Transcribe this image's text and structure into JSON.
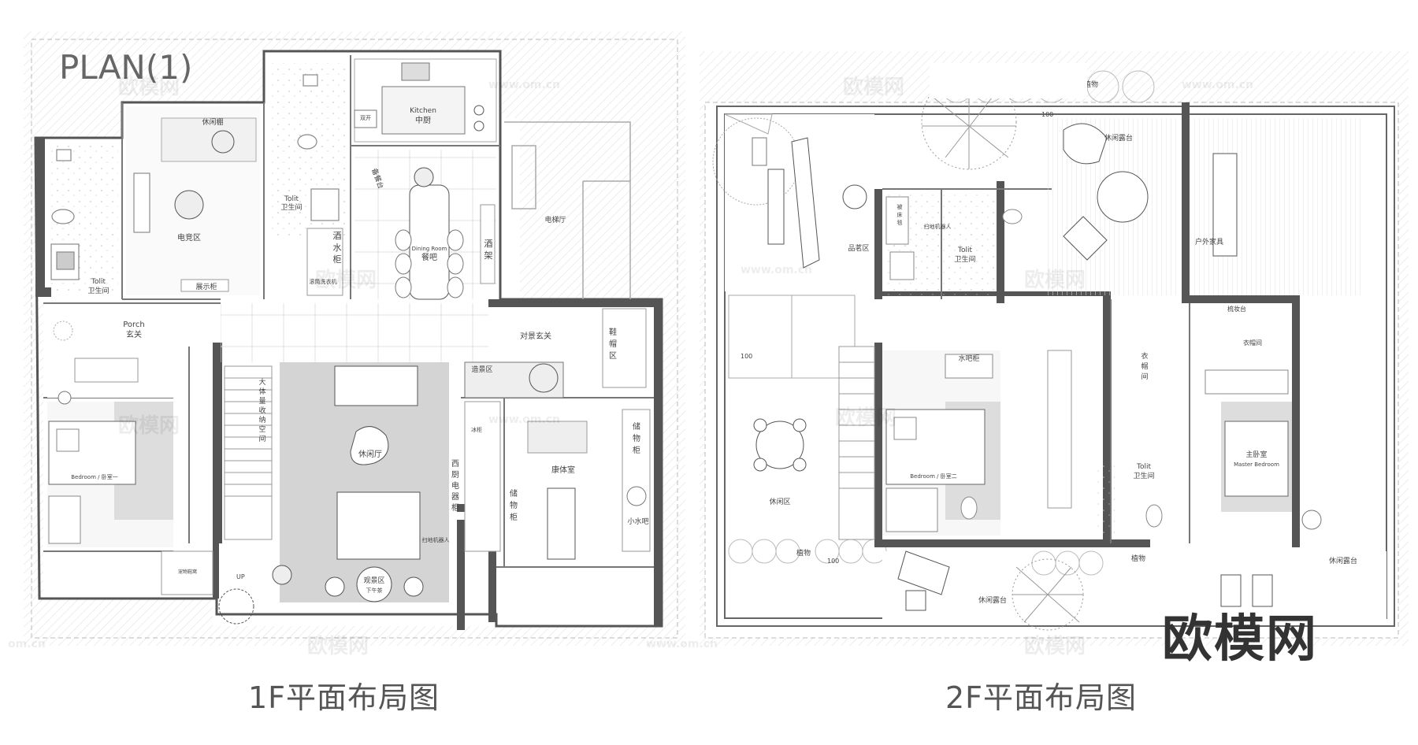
{
  "plan_title": "PLAN(1)",
  "captions": {
    "first_floor": "1F平面布局图",
    "second_floor": "2F平面布局图"
  },
  "brand": "欧模网",
  "watermark": {
    "cn": "欧模网",
    "url": "www.om.cn",
    "short": "om.cn"
  },
  "first_floor": {
    "rooms": {
      "rest_shed": "休闲棚",
      "esports": "电竞区",
      "display_cabinet": "展示柜",
      "toilet_left": [
        "Tolit",
        "卫生间"
      ],
      "kitchen": [
        "Kitchen",
        "中厨"
      ],
      "double_sink": "双开",
      "toilet_mid": [
        "Tolit",
        "卫生间"
      ],
      "water_cabinet": [
        "酒",
        "水",
        "柜"
      ],
      "dining": [
        "Dining Room",
        "餐吧"
      ],
      "wine_rack": [
        "酒",
        "架"
      ],
      "serving": "备餐台",
      "drum_washer": "滚筒洗衣机",
      "elevator": "电梯厅",
      "porch": [
        "Porch",
        "玄关"
      ],
      "opposite_entry": "对景玄关",
      "shoe_cabinet": [
        "鞋",
        "帽",
        "区"
      ],
      "storage_stair": [
        "大",
        "体",
        "量",
        "收",
        "纳",
        "空",
        "间"
      ],
      "lounge": "休闲厅",
      "landscape": "造景区",
      "fridge": "冰柜",
      "west_kitchen": [
        "西",
        "厨",
        "电",
        "器",
        "柜"
      ],
      "storage_left": [
        "储",
        "物",
        "柜"
      ],
      "gym": "康体室",
      "storage_right": [
        "储",
        "物",
        "柜"
      ],
      "mini_bar": "小水吧",
      "bedroom": "Bedroom / 卧室一",
      "view_area": [
        "观景区",
        "下午茶"
      ],
      "robot": "扫地机器人",
      "pet_house": "宠物鞋窝",
      "up": "UP"
    }
  },
  "second_floor": {
    "rooms": {
      "plants_top": "植物",
      "terrace_top": "休闲露台",
      "outdoor_furniture": "户外家具",
      "tea_area": "品茗区",
      "linen": [
        "被",
        "床",
        "毯"
      ],
      "robot": "扫地机器人",
      "toilet_mid": [
        "Tolit",
        "卫生间"
      ],
      "measure_top": "100",
      "measure_left": "100",
      "measure_bottom": "100",
      "bar_cabinet": "水吧柜",
      "bedroom2": "Bedroom / 卧室二",
      "wardrobe": [
        "衣",
        "帽",
        "间"
      ],
      "dressing": "梳妆台",
      "cloakroom": "衣帽间",
      "master": [
        "主卧室",
        "Master Bedroom"
      ],
      "toilet_right": [
        "Tolit",
        "卫生间"
      ],
      "rest_area": "休闲区",
      "plants_bottom": "植物",
      "plants_right": "植物",
      "terrace_bottom": "休闲露台",
      "terrace_right": "休闲露台"
    }
  }
}
